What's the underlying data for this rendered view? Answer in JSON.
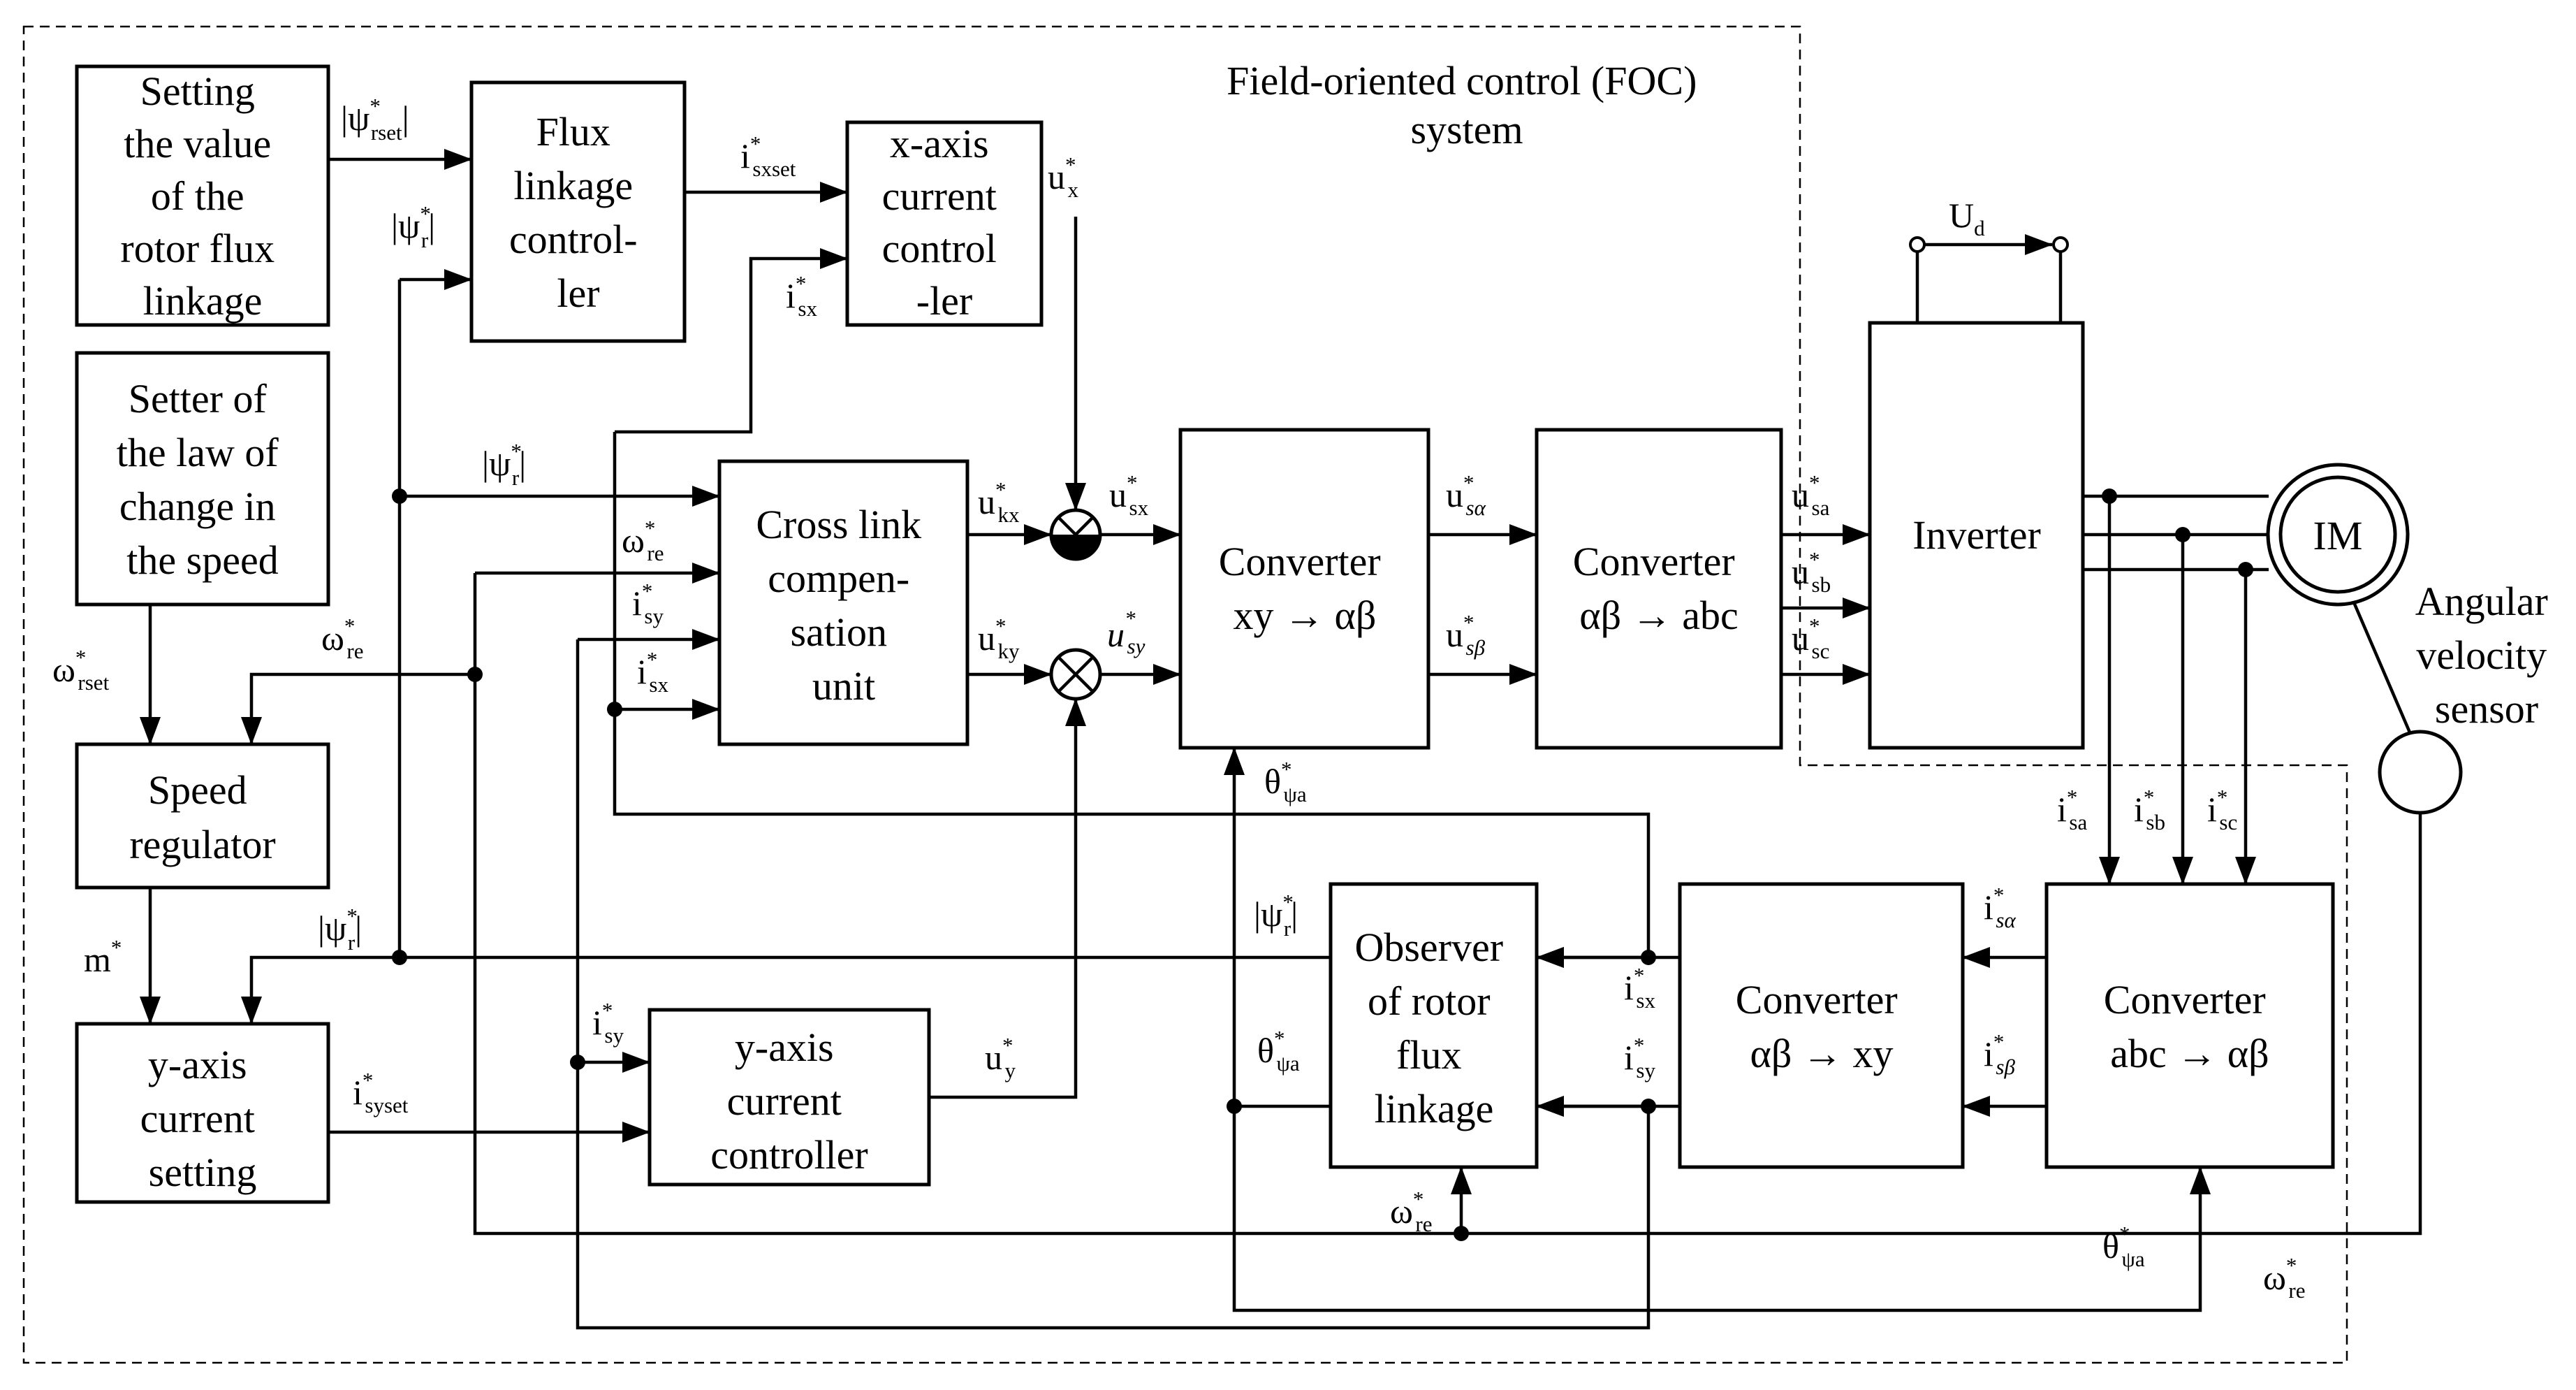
{
  "foc_label": [
    "Field-oriented control (FOC)",
    "system"
  ],
  "blocks": {
    "rotor_flux_setting": [
      "Setting",
      "the value",
      "of the",
      "rotor flux",
      "linkage"
    ],
    "speed_law_setter": [
      "Setter of",
      "the law of",
      "change in",
      "the speed"
    ],
    "speed_regulator": [
      "Speed",
      "regulator"
    ],
    "y_current_setting": [
      "y-axis",
      "current",
      "setting"
    ],
    "flux_controller": [
      "Flux",
      "linkage",
      "control-",
      "ler"
    ],
    "x_current_controller": [
      "x-axis",
      "current",
      "control",
      "-ler"
    ],
    "cross_link_unit": [
      "Cross link",
      "compen-",
      "sation",
      "unit"
    ],
    "y_current_controller": [
      "y-axis",
      "current",
      "controller"
    ],
    "converter_xy_ab": [
      "Converter",
      "xy → αβ"
    ],
    "converter_ab_abc": [
      "Converter",
      "αβ → abc"
    ],
    "inverter": [
      "Inverter"
    ],
    "motor": [
      "IM"
    ],
    "observer": [
      "Observer",
      "of rotor",
      "flux",
      "linkage"
    ],
    "converter_ab_xy": [
      "Converter",
      "αβ → xy"
    ],
    "converter_abc_ab": [
      "Converter",
      "abc → αβ"
    ],
    "velocity_sensor": [
      "Angular",
      "velocity",
      "sensor"
    ]
  },
  "symbols": {
    "psi": "ψ",
    "omega": "ω",
    "theta": "θ",
    "star": "*",
    "u": "u",
    "i": "i",
    "m": "m",
    "U": "U"
  },
  "subscripts": {
    "rset": "rset",
    "r": "r",
    "re": "re",
    "sxset": "sxset",
    "sx": "sx",
    "sy": "sy",
    "syset": "syset",
    "x": "x",
    "y": "y",
    "kx": "kx",
    "ky": "ky",
    "salpha": "sα",
    "sbeta": "sβ",
    "sa": "sa",
    "sb": "sb",
    "sc": "sc",
    "psia": "ψa",
    "d": "d"
  }
}
